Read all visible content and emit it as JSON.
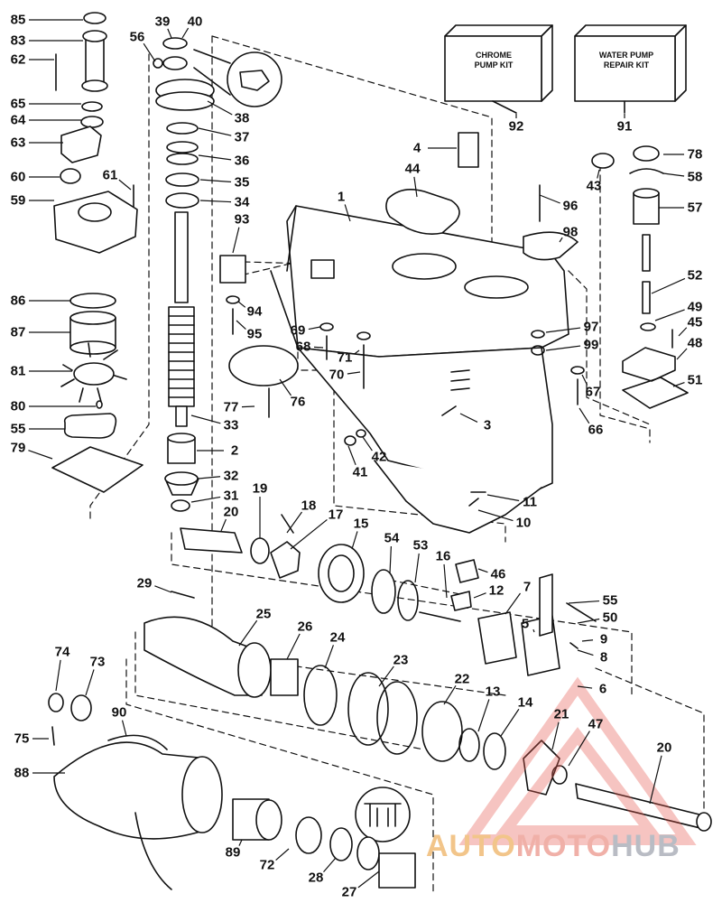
{
  "diagram": {
    "callouts": [
      "85",
      "83",
      "62",
      "65",
      "64",
      "63",
      "60",
      "61",
      "59",
      "86",
      "87",
      "81",
      "80",
      "55",
      "79",
      "56",
      "39",
      "40",
      "38",
      "37",
      "36",
      "35",
      "34",
      "93",
      "94",
      "95",
      "33",
      "2",
      "32",
      "31",
      "20",
      "19",
      "18",
      "17",
      "15",
      "29",
      "25",
      "26",
      "24",
      "23",
      "22",
      "13",
      "14",
      "21",
      "47",
      "20",
      "54",
      "53",
      "16",
      "46",
      "12",
      "7",
      "5",
      "55",
      "50",
      "9",
      "8",
      "6",
      "74",
      "73",
      "75",
      "90",
      "88",
      "89",
      "72",
      "28",
      "27",
      "4",
      "44",
      "1",
      "92",
      "91",
      "43",
      "96",
      "98",
      "78",
      "58",
      "57",
      "52",
      "49",
      "45",
      "48",
      "51",
      "97",
      "99",
      "67",
      "66",
      "69",
      "68",
      "71",
      "70",
      "77",
      "76",
      "3",
      "41",
      "42",
      "11",
      "10"
    ],
    "kits": [
      {
        "line1": "CHROME",
        "line2": "PUMP KIT"
      },
      {
        "line1": "WATER PUMP",
        "line2": "REPAIR KIT"
      }
    ]
  },
  "watermark": {
    "part1": "AUTO",
    "part2": "MOTO",
    "part3": "HUB"
  },
  "colors": {
    "ink": "#111111",
    "watermark_red": "#e85a4f",
    "watermark_orange": "#f0a040",
    "watermark_gray": "#9ea3ad"
  }
}
